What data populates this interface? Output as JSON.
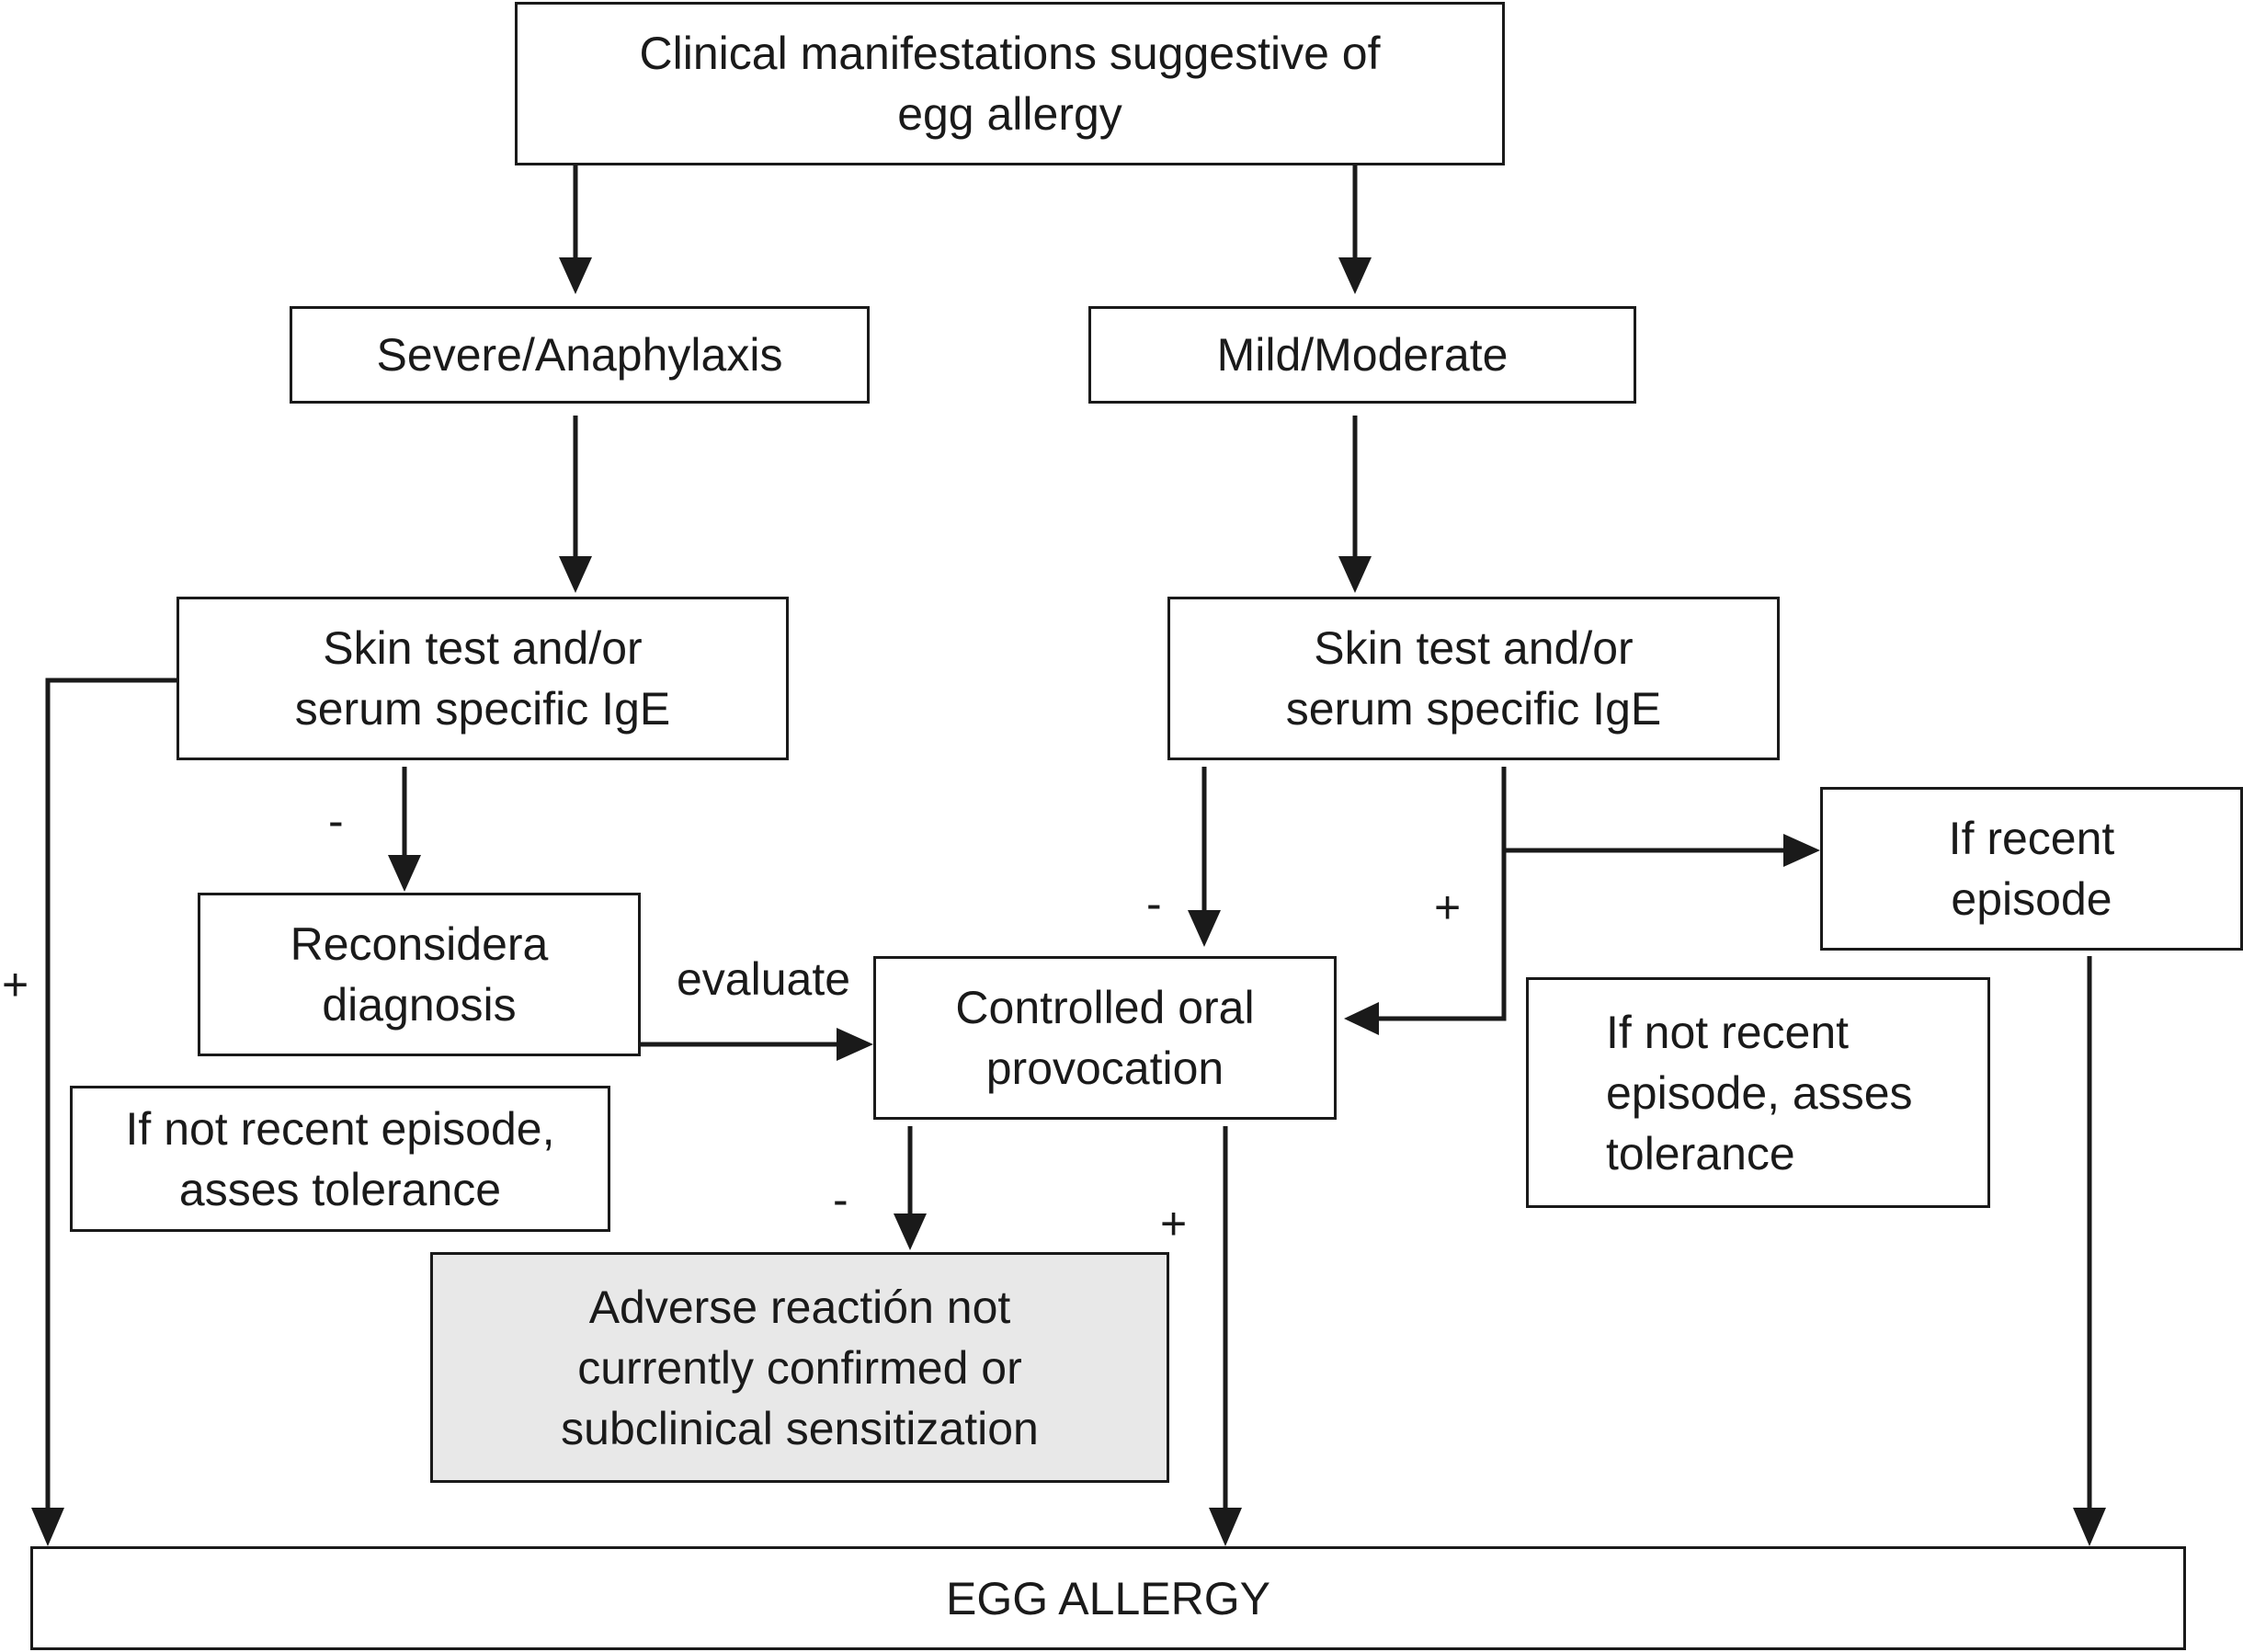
{
  "nodes": {
    "start": "Clinical manifestations suggestive of\negg allergy",
    "severe": "Severe/Anaphylaxis",
    "mild": "Mild/Moderate",
    "skin_test_left": "Skin test and/or\nserum specific IgE",
    "skin_test_right": "Skin test and/or\nserum specific IgE",
    "reconsider": "Reconsidera\ndiagnosis",
    "if_not_recent_left": "If not recent episode,\nasses tolerance",
    "controlled": "Controlled oral\nprovocation",
    "adverse": "Adverse reactión not\ncurrently confirmed or\nsubclinical sensitization",
    "if_recent": "If  recent\nepisode",
    "if_not_recent_right": "If not recent\nepisode, asses\ntolerance",
    "egg_allergy": "EGG ALLERGY"
  },
  "edge_labels": {
    "left_minus": "-",
    "left_plus": "+",
    "evaluate": "evaluate",
    "right_minus": "-",
    "right_plus": "+",
    "oral_minus": "-",
    "oral_plus": "+"
  },
  "colors": {
    "line": "#1a1a1a",
    "shaded_fill": "#e8e8e8"
  }
}
